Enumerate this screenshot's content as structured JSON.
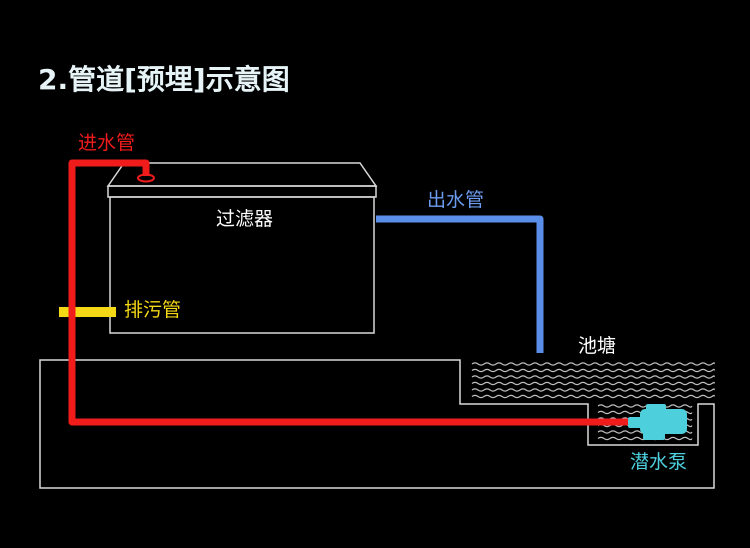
{
  "title": "2.管道[预埋]示意图",
  "labels": {
    "inlet_pipe": "进水管",
    "outlet_pipe": "出水管",
    "filter": "过滤器",
    "drain_pipe": "排污管",
    "pond": "池塘",
    "pump": "潜水泵"
  },
  "colors": {
    "background": "#000000",
    "title": "#e6f3f7",
    "inlet": "#f01b1b",
    "outlet": "#5b8ee8",
    "drain": "#f5d816",
    "pump": "#4dd0dc",
    "outline": "#d9d9d9",
    "white_text": "#ffffff"
  }
}
